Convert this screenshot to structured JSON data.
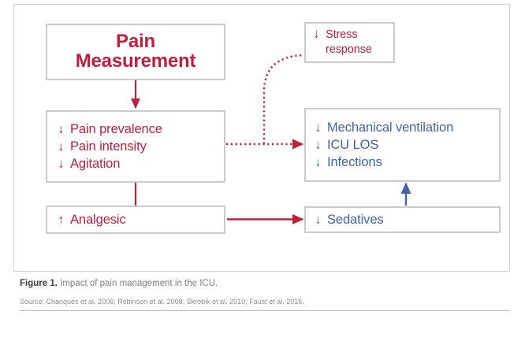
{
  "figure": {
    "caption_label": "Figure 1.",
    "caption_text": "Impact of pain management in the ICU.",
    "source_text": "Source: Chanques et al. 2006; Robinson et al. 2008; Skrobik et al. 2010; Faust et al. 2016."
  },
  "colors": {
    "red": "#bf1e3d",
    "blue": "#3f62a8",
    "box_border": "#c9cbcf",
    "frame_border": "#cfd1d4",
    "caption_gray": "#7d7f83",
    "caption_bold": "#3a3c40",
    "source_gray": "#8a8c90"
  },
  "nodes": {
    "pain_measurement": {
      "line1": "Pain",
      "line2": "Measurement",
      "color": "red"
    },
    "pain_outcomes": {
      "color": "red",
      "rows": [
        {
          "glyph": "↓",
          "direction": "down",
          "label": "Pain prevalence"
        },
        {
          "glyph": "↓",
          "direction": "down",
          "label": "Pain intensity"
        },
        {
          "glyph": "↓",
          "direction": "down",
          "label": "Agitation"
        }
      ]
    },
    "analgesic": {
      "color": "red",
      "rows": [
        {
          "glyph": "↑",
          "direction": "up",
          "label": "Analgesic"
        }
      ]
    },
    "stress_response": {
      "color": "red",
      "glyph": "↓",
      "direction": "down",
      "line1": "Stress",
      "line2": "response"
    },
    "clinical_outcomes": {
      "color": "blue",
      "rows": [
        {
          "glyph": "↓",
          "direction": "down",
          "label": "Mechanical ventilation"
        },
        {
          "glyph": "↓",
          "direction": "down",
          "label": "ICU LOS"
        },
        {
          "glyph": "↓",
          "direction": "down",
          "label": "Infections"
        }
      ]
    },
    "sedatives": {
      "color": "blue",
      "rows": [
        {
          "glyph": "↓",
          "direction": "down",
          "label": "Sedatives"
        }
      ]
    }
  },
  "connectors": [
    {
      "name": "pain-measurement-to-outcomes",
      "style": "solid",
      "color": "#bf1e3d",
      "arrow": true
    },
    {
      "name": "outcomes-to-analgesic",
      "style": "solid",
      "color": "#bf1e3d",
      "arrow": false
    },
    {
      "name": "outcomes-to-clinical-outcomes",
      "style": "dotted",
      "color": "#bf1e3d",
      "arrow": true
    },
    {
      "name": "outcomes-to-stress-response",
      "style": "dotted",
      "color": "#bf1e3d",
      "arrow": false
    },
    {
      "name": "analgesic-to-sedatives",
      "style": "solid",
      "color": "#bf1e3d",
      "arrow": true
    },
    {
      "name": "sedatives-to-clinical-outcomes",
      "style": "solid",
      "color": "#3f62a8",
      "arrow": true
    }
  ]
}
